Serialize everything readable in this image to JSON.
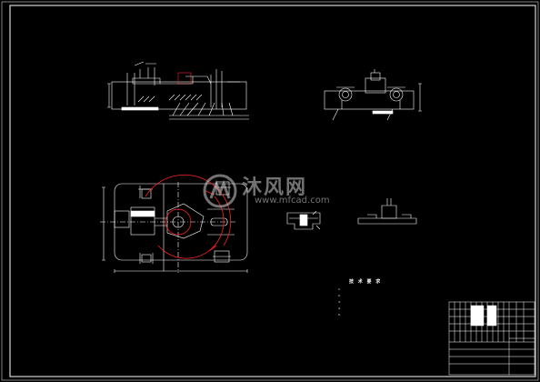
{
  "watermark": {
    "name_cn": "沐风网",
    "domain": "www.mfcad.com"
  },
  "notes": {
    "title": "技 术 要 求",
    "lines": [
      "1.",
      "2.",
      "3.",
      "4.",
      "5."
    ]
  },
  "colors": {
    "background": "#000000",
    "lines": "#ffffff",
    "accent": "#ff2020",
    "annotation": "#00c8ff"
  }
}
